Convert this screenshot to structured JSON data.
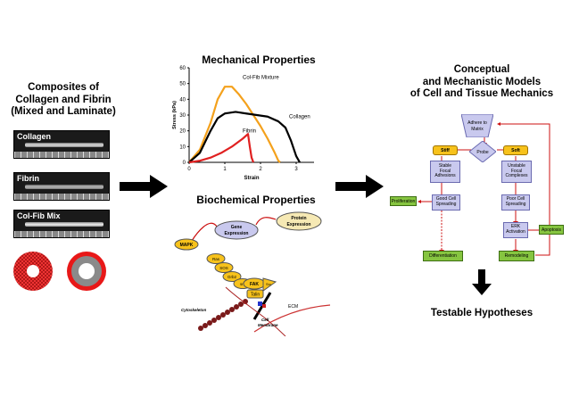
{
  "left": {
    "title_lines": [
      "Composites of",
      "Collagen and Fibrin",
      "(Mixed and Laminate)"
    ],
    "samples": [
      "Collagen",
      "Fibrin",
      "Col-Fib Mix"
    ]
  },
  "mechanical": {
    "title": "Mechanical Properties",
    "chart_data": {
      "type": "line",
      "xlabel": "Strain",
      "ylabel": "Stress (kPa)",
      "xlim": [
        0,
        3.5
      ],
      "ylim": [
        0,
        60
      ],
      "x_ticks": [
        "0",
        "1",
        "2",
        "3"
      ],
      "y_ticks": [
        "0",
        "10",
        "20",
        "30",
        "40",
        "50",
        "60"
      ],
      "series": [
        {
          "name": "Col-Fib Mixture",
          "color": "#f4a11c",
          "x": [
            0,
            0.3,
            0.6,
            0.8,
            1.0,
            1.2,
            1.4,
            1.6,
            1.8,
            2.0,
            2.2,
            2.4,
            2.5,
            2.55
          ],
          "y": [
            0,
            8,
            25,
            40,
            48,
            48,
            43,
            37,
            30,
            23,
            15,
            6,
            1,
            0
          ]
        },
        {
          "name": "Collagen",
          "color": "#000000",
          "x": [
            0,
            0.3,
            0.6,
            0.8,
            1.0,
            1.3,
            1.6,
            1.9,
            2.2,
            2.5,
            2.7,
            2.85,
            3.0,
            3.1
          ],
          "y": [
            0,
            6,
            20,
            28,
            31,
            32,
            31,
            30,
            29,
            26,
            22,
            14,
            4,
            0
          ]
        },
        {
          "name": "Fibrin",
          "color": "#e02020",
          "x": [
            0,
            0.3,
            0.6,
            0.9,
            1.2,
            1.5,
            1.65,
            1.7,
            1.75,
            1.8
          ],
          "y": [
            0,
            1,
            3,
            6,
            10,
            15,
            18,
            10,
            3,
            0
          ]
        }
      ]
    }
  },
  "biochemical": {
    "title": "Biochemical Properties",
    "gene": [
      "Gene",
      "Expression"
    ],
    "protein": [
      "Protein",
      "Expression"
    ],
    "mapk": "MAPK",
    "chain": [
      "Ras",
      "SOS",
      "Grb2",
      "src",
      "FAK",
      "Src",
      "Talin"
    ],
    "cytoskeleton": "Cytoskeleton",
    "membrane": [
      "Cell",
      "Membrane"
    ],
    "ecm": "ECM"
  },
  "models": {
    "title_lines": [
      "Conceptual",
      "and Mechanistic Models",
      "of Cell and Tissue Mechanics"
    ],
    "adhere": [
      "Adhere to",
      "Matrix"
    ],
    "probe": "Probe",
    "stiff": "Stiff",
    "soft": "Soft",
    "stable": [
      "Stable",
      "Focal",
      "Adhesions"
    ],
    "unstable": [
      "Unstable",
      "Focal",
      "Complexes"
    ],
    "good": [
      "Good Cell",
      "Spreading"
    ],
    "poor": [
      "Poor Cell",
      "Spreading"
    ],
    "erk": [
      "ERK",
      "Activation"
    ],
    "proliferation": "Proliferation",
    "apoptosis": "Apoptosis",
    "differentiation": "Differentiation",
    "remodeling": "Remodeling"
  },
  "bottom": {
    "hypotheses": "Testable Hypotheses"
  }
}
